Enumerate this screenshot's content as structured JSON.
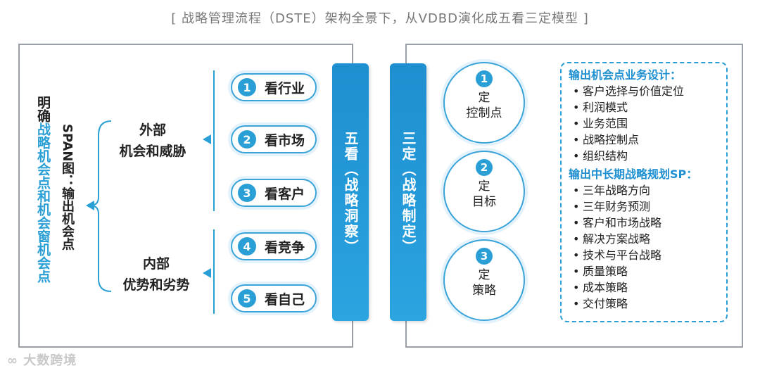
{
  "title": "[ 战略管理流程（DSTE）架构全景下，从VDBD演化成五看三定模型 ]",
  "left": {
    "vertical_prefix": "明确",
    "vertical_highlight": "战略机会点和机会窗机会点",
    "span_text": "SPAN图：输出机会点",
    "external_label_1": "外部",
    "external_label_2": "机会和威胁",
    "internal_label_1": "内部",
    "internal_label_2": "优势和劣势",
    "looks": [
      {
        "num": "1",
        "label": "看行业"
      },
      {
        "num": "2",
        "label": "看市场"
      },
      {
        "num": "3",
        "label": "看客户"
      },
      {
        "num": "4",
        "label": "看竞争"
      },
      {
        "num": "5",
        "label": "看自己"
      }
    ],
    "column_title": "五看（战略洞察）"
  },
  "right": {
    "column_title": "三定（战略制定）",
    "decisions": [
      {
        "num": "1",
        "line1": "定",
        "line2": "控制点"
      },
      {
        "num": "2",
        "line1": "定",
        "line2": "目标"
      },
      {
        "num": "3",
        "line1": "定",
        "line2": "策略"
      }
    ],
    "output": {
      "heading1": "输出机会点业务设计：",
      "items1": [
        "客户选择与价值定位",
        "利润模式",
        "业务范围",
        "战略控制点",
        "组织结构"
      ],
      "heading2": "输出中长期战略规划SP：",
      "items2": [
        "三年战略方向",
        "三年财务预测",
        "客户和市场战略",
        "解决方案战略",
        "技术与平台战略",
        "质量策略",
        "成本策略",
        "交付策略"
      ]
    }
  },
  "watermark": "大数跨境",
  "colors": {
    "accent": "#2a9fd6",
    "panel_border": "#9aa0a6"
  }
}
